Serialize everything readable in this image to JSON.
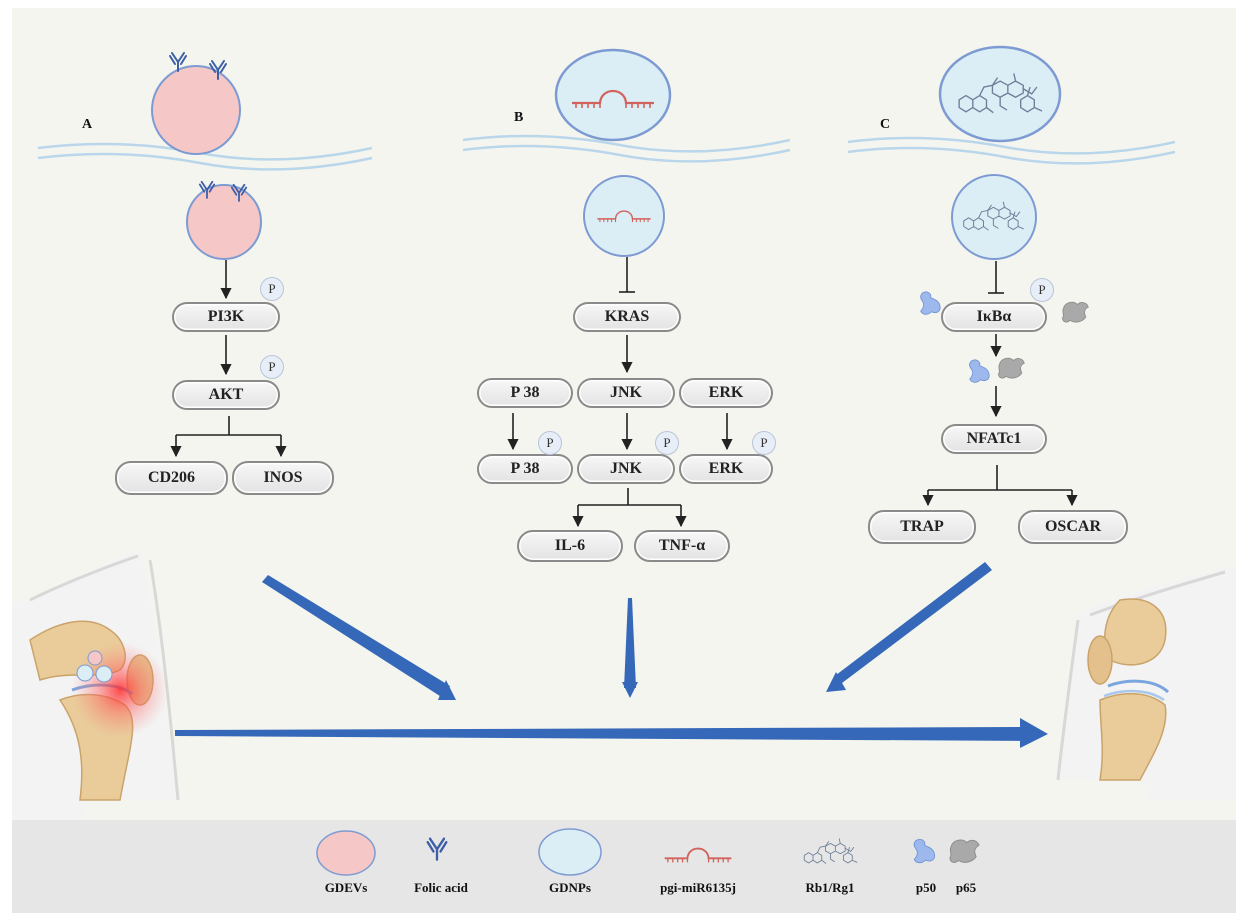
{
  "panels": {
    "a": {
      "letter": "A",
      "nodes": [
        "PI3K",
        "AKT",
        "CD206",
        "INOS"
      ]
    },
    "b": {
      "letter": "B",
      "nodes": [
        "KRAS",
        "P 38",
        "JNK",
        "ERK",
        "P 38",
        "JNK",
        "ERK",
        "IL-6",
        "TNF-α"
      ]
    },
    "c": {
      "letter": "C",
      "nodes": [
        "IκBα",
        "NFATc1",
        "TRAP",
        "OSCAR"
      ]
    }
  },
  "phospho_label": "P",
  "legend": {
    "gdevs": "GDEVs",
    "folic_acid": "Folic acid",
    "gdnps": "GDNPs",
    "mirna": "pgi-miR6135j",
    "rb1_rg1": "Rb1/Rg1",
    "p50": "p50",
    "p65": "p65"
  },
  "colors": {
    "gdev_fill": "#f6c7c7",
    "gdnp_fill": "#dbeef6",
    "vesicle_stroke": "#7d9bd2",
    "arrow_blue": "#3568b8",
    "background": "#f5f5ef",
    "legend_bg": "#e6e6e6",
    "mirna": "#d2625c",
    "inflammation": "#ff3b30"
  }
}
